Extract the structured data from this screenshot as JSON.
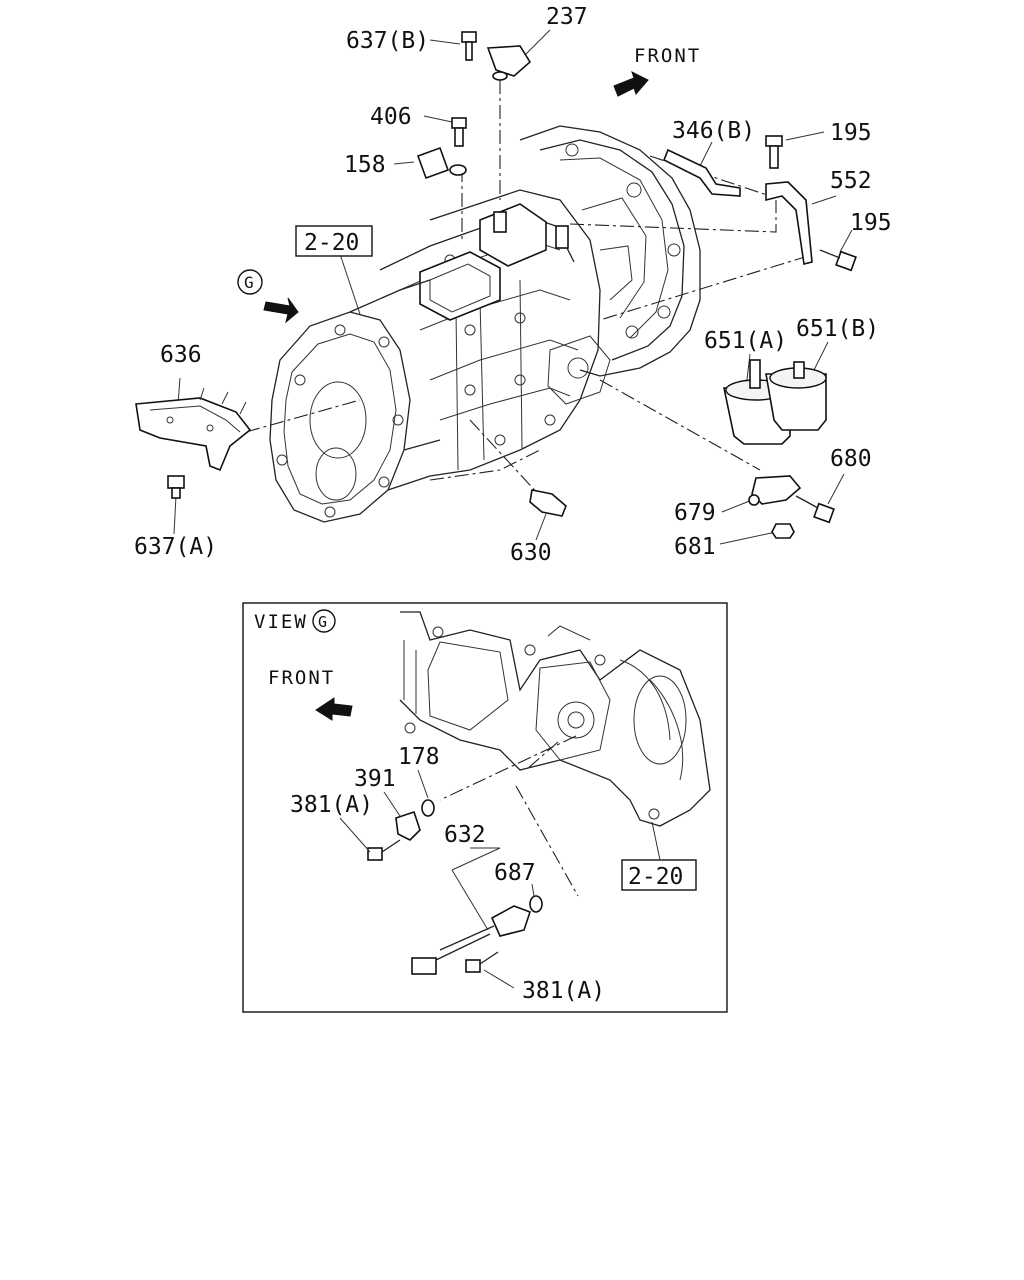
{
  "labels": {
    "p637b": "637(B)",
    "p237": "237",
    "front_top": "FRONT",
    "p406": "406",
    "p346b": "346(B)",
    "p195_a": "195",
    "p158": "158",
    "p552": "552",
    "p195_b": "195",
    "ref_top": "2-20",
    "view_marker": "G",
    "p636": "636",
    "p651a": "651(A)",
    "p651b": "651(B)",
    "p680": "680",
    "p679": "679",
    "p681": "681",
    "p637a": "637(A)",
    "p630": "630",
    "view_title": "VIEW",
    "view_title_marker": "G",
    "front_view": "FRONT",
    "p178": "178",
    "p391": "391",
    "p381a_1": "381(A)",
    "p632": "632",
    "p687": "687",
    "ref_view": "2-20",
    "p381a_2": "381(A)"
  }
}
